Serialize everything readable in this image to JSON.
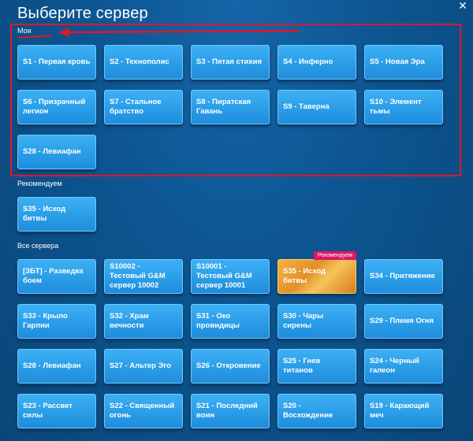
{
  "window": {
    "title": "Выберите сервер",
    "close_label": "✕"
  },
  "sections": {
    "mine": {
      "label": "Мои",
      "servers": [
        "S1 - Первая кровь",
        "S2 - Технополис",
        "S3 - Пятая стихия",
        "S4 - Инферно",
        "S5 - Новая Эра",
        "S6 - Призрачный легион",
        "S7 - Стальное братство",
        "S8 - Пиратская Гавань",
        "S9 - Таверна",
        "S10 - Элемент тьмы",
        "S28 - Левиафан"
      ]
    },
    "recommended": {
      "label": "Рекомендуем",
      "servers": [
        "S35 - Исход битвы"
      ]
    },
    "all": {
      "label": "Все сервера",
      "servers": [
        "[ЗБТ] - Разведка боем",
        "S10002 - Тестовый G&M сервер 10002",
        "S10001 - Тестовый G&M сервер 10001",
        "S35 - Исход битвы",
        "S34 - Притяжение",
        "S33 - Крыло Гарпии",
        "S32 - Храм вечности",
        "S31 - Око провидицы",
        "S30 - Чары сирены",
        "S29 - Племя Огня",
        "S28 - Левиафан",
        "S27 - Альтер Эго",
        "S26 - Откровение",
        "S25 - Гнев титанов",
        "S24 - Черный галеон",
        "S23 - Рассвет силы",
        "S22 - Священный огонь",
        "S21 - Последний воин",
        "S20 - Восхождение",
        "S19 - Карающий меч"
      ],
      "featured_badge": "Рекомендуем"
    }
  },
  "colors": {
    "highlight": "#e0162b",
    "button": "#2c9fe9",
    "badge": "#d8196b",
    "featured": "#f0a33a"
  }
}
